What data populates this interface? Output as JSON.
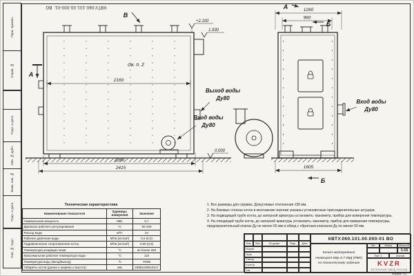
{
  "sheet": {
    "doc_number_top": "КВТУ.060.101.00.000-01. ВО",
    "format_label": "Формат А3"
  },
  "frame_columns": [
    "Перв. примен.",
    "Справ. №",
    "Подп. и дата",
    "Инв. № дубл.",
    "Взам. инв. №",
    "Подп. и дата",
    "Инв. № подл."
  ],
  "drawing": {
    "see_note": "см. п. 2",
    "markers": {
      "front_left": "А",
      "front_top": "В",
      "side_top": "А",
      "side_right": "Б",
      "side_bottom": "Б"
    },
    "elevations": {
      "top": "+2.100",
      "flange": "1.930",
      "ground": "0.000"
    },
    "callouts": {
      "outlet_line1": "Выход воды",
      "outlet_line2": "Ду80",
      "inlet_line1": "Вход воды",
      "inlet_line2": "Ду80",
      "inlet_right_line1": "Вход воды",
      "inlet_right_line2": "Ду80"
    },
    "dims": {
      "d2160": "2160",
      "d2260": "2260",
      "d2415": "2415",
      "d1260": "1260",
      "d960": "960",
      "d1605": "1605"
    }
  },
  "notes": [
    "1.  Все размеры для справок. Допустимые отклонения ±30 мм.",
    "2.  На боковых стенках котла в монтажном чертеже указаны установочные присоединительные штуцера.",
    "3.  На подводящей трубе котла, до запорной арматуры установить: манометр, прибор для измерения температуры.",
    "4.  На отводящей трубе котла, до запорной арматуры установить: манометр, прибор для измерения температуры, предохранительный клапан Ду не менее 50 мм и обвод с обратным клапаном Ду не менее 50 мм."
  ],
  "tech_table": {
    "title": "Техническая характеристика",
    "headers": [
      "Наименование показателя",
      "Единицы измерения",
      "Значение"
    ],
    "rows": [
      [
        "Номинальная мощность",
        "МВт",
        "0,7"
      ],
      [
        "Диапазон рабочего регулирования",
        "%",
        "50-100"
      ],
      [
        "Расход воды",
        "м³/ч",
        "24"
      ],
      [
        "Рабочее давление воды",
        "МПа (кгс/см²)",
        "0,6 (6,0)"
      ],
      [
        "Гидравлическое сопротивление котла",
        "МПа (кгс/см²)",
        "0,06 (0,6)"
      ],
      [
        "Температура уходящих газов",
        "°С",
        "не более 250"
      ],
      [
        "Максимальная рабочая температура воды",
        "°С",
        "115"
      ],
      [
        "Температура воды (Вход/Выход)",
        "°С",
        "70/95"
      ],
      [
        "Габариты котла (длина х ширина х высота)",
        "мм",
        "2385х1605х2117"
      ]
    ]
  },
  "title_block": {
    "doc_number": "КВТУ.060.101.00.000-01 ВО",
    "header_cols": [
      "Изм.",
      "Лист",
      "№ докум.",
      "Подп.",
      "Дата"
    ],
    "sign_rows": [
      "Разраб.",
      "Пров.",
      "Т.контр.",
      "Н.контр.",
      "Утв."
    ],
    "title_line1": "Котел водогрейный",
    "title_line2": "Heatexpert-КВр-0,7-95Д (РВР)",
    "title_line3": "по техническому заданию",
    "lit_label": "Лит.",
    "mass_label": "Масса",
    "scale_label": "Масштаб",
    "scale_value": "1:15",
    "sheet_label": "Лист 1",
    "sheets_label": "Листов",
    "company": "KVZR",
    "company_sub": "КОТЕЛЬНЫЙ ЗАВОД РОССИИ"
  }
}
